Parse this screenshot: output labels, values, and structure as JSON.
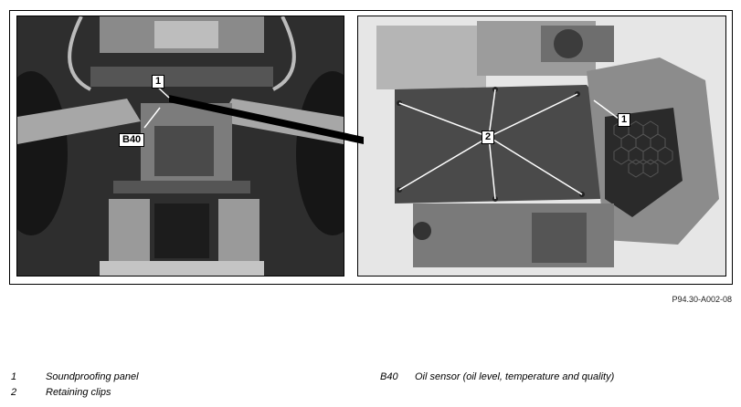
{
  "figure": {
    "callouts": {
      "soundproofing_panel": "1",
      "oil_sensor": "B40",
      "retaining_clips_left": "2",
      "soundproofing_panel_right": "1"
    },
    "figure_code": "P94.30-A002-08"
  },
  "legend": [
    {
      "key": "1",
      "description": "Soundproofing panel"
    },
    {
      "key": "2",
      "description": "Retaining clips"
    },
    {
      "key": "B40",
      "description": "Oil sensor (oil level, temperature and quality)"
    }
  ]
}
